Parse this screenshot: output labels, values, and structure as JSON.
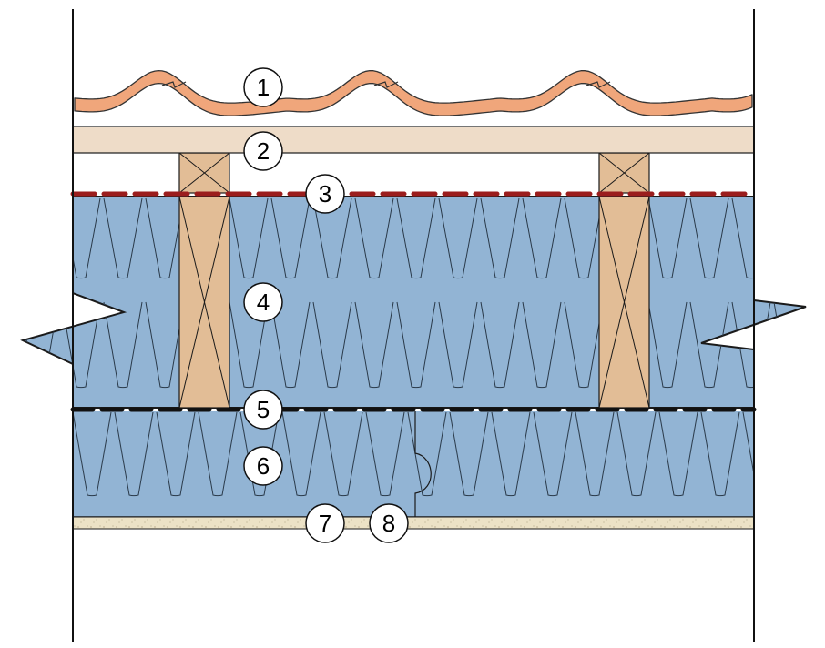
{
  "callouts": [
    {
      "id": "roof-tiles",
      "label": "1"
    },
    {
      "id": "roof-batten",
      "label": "2"
    },
    {
      "id": "membrane",
      "label": "3"
    },
    {
      "id": "insulation-between-rafters",
      "label": "4"
    },
    {
      "id": "vapour-barrier",
      "label": "5"
    },
    {
      "id": "insulation-below-rafters",
      "label": "6"
    },
    {
      "id": "interior-board",
      "label": "7"
    },
    {
      "id": "insulation-joint",
      "label": "8"
    }
  ],
  "colors": {
    "tile": "#F0A67B",
    "batten": "#EEDCC8",
    "rafter": "#E2BD96",
    "insulation": "#92B4D4",
    "membrane": "#9B1D1D",
    "vapour_barrier": "#111111",
    "board": "#ECE2C6"
  }
}
